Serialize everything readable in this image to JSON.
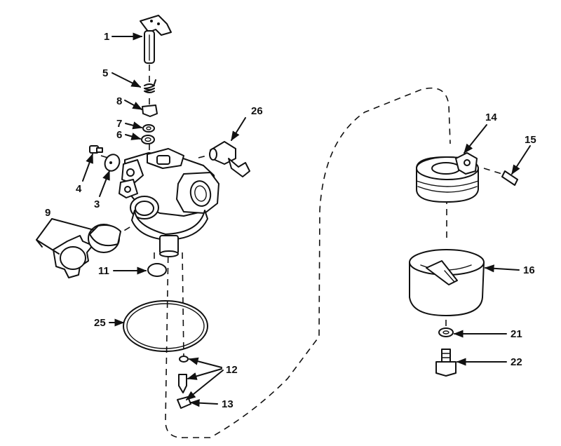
{
  "labels": {
    "l1": "1",
    "l3": "3",
    "l4": "4",
    "l5": "5",
    "l6": "6",
    "l7": "7",
    "l8": "8",
    "l9": "9",
    "l11": "11",
    "l12": "12",
    "l13": "13",
    "l14": "14",
    "l15": "15",
    "l16": "16",
    "l21": "21",
    "l22": "22",
    "l25": "25",
    "l26": "26"
  },
  "colors": {
    "ink": "#111111",
    "paper": "#ffffff"
  }
}
